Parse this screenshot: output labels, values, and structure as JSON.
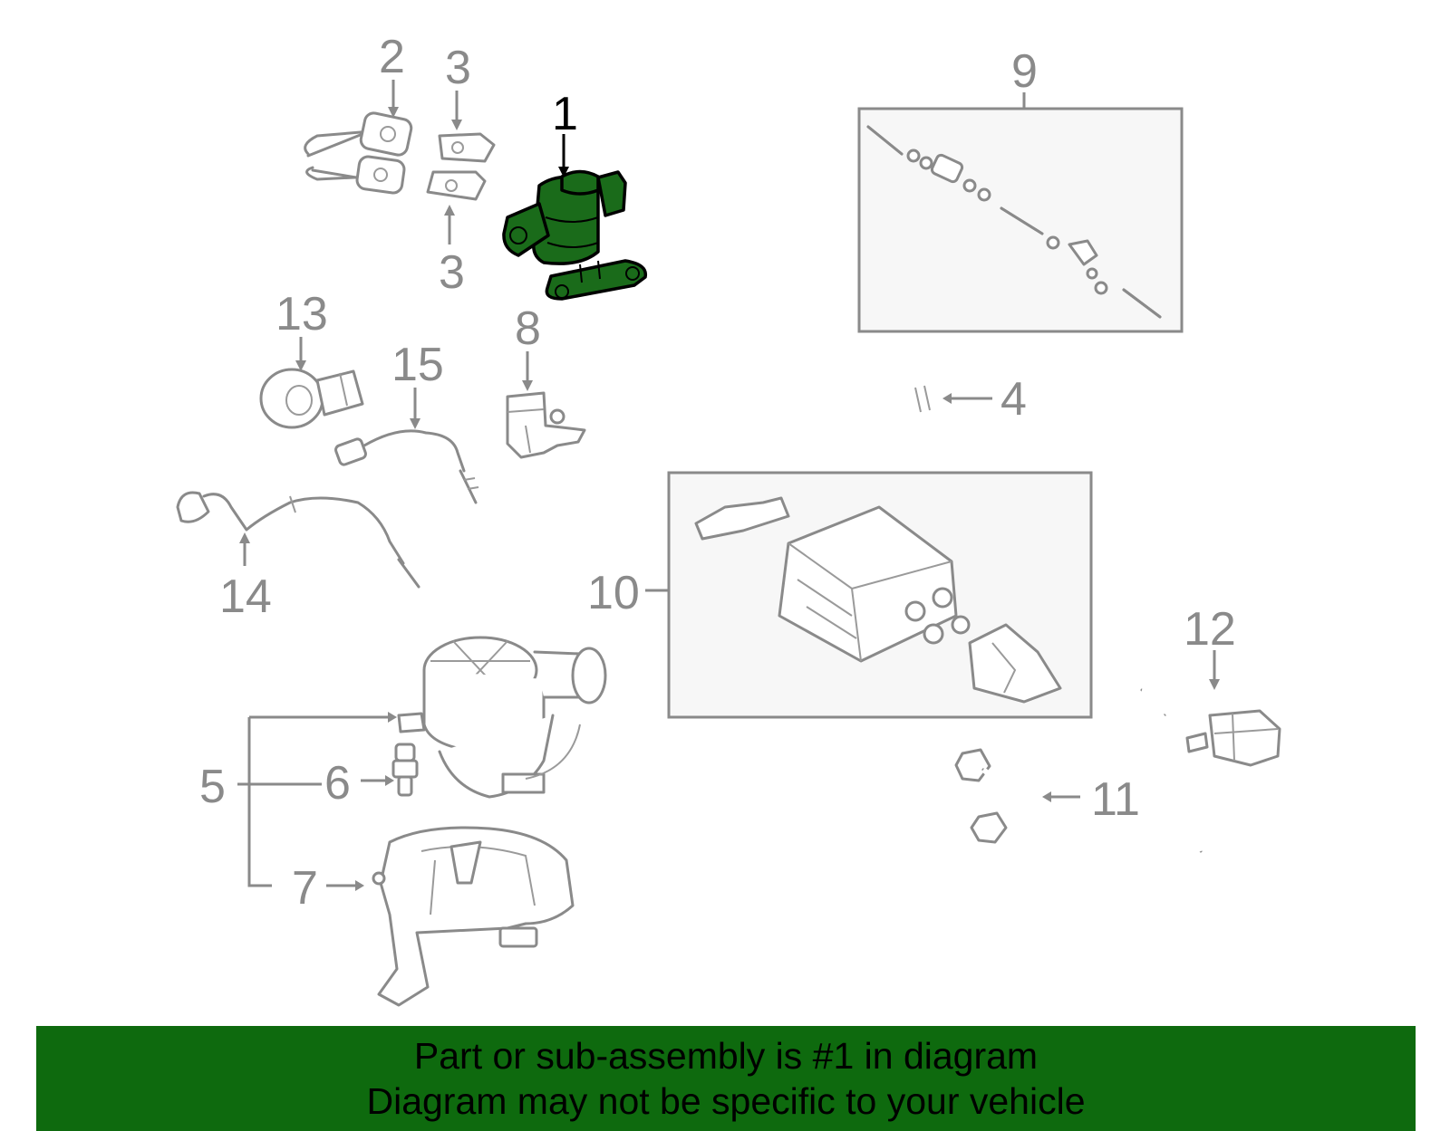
{
  "callouts": {
    "c1": "1",
    "c2": "2",
    "c3a": "3",
    "c3b": "3",
    "c4": "4",
    "c5": "5",
    "c6": "6",
    "c7": "7",
    "c8": "8",
    "c9": "9",
    "c10": "10",
    "c11": "11",
    "c12": "12",
    "c13": "13",
    "c14": "14",
    "c15": "15"
  },
  "highlight": {
    "part_number": "1",
    "fill_color": "#1a6b1a",
    "label_color": "#000000"
  },
  "colors": {
    "line_gray": "#8a8a8a",
    "banner_green": "#0e6a0e"
  },
  "banner": {
    "line1": "Part or sub-assembly is #1 in diagram",
    "line2": "Diagram may not be specific to your vehicle"
  }
}
